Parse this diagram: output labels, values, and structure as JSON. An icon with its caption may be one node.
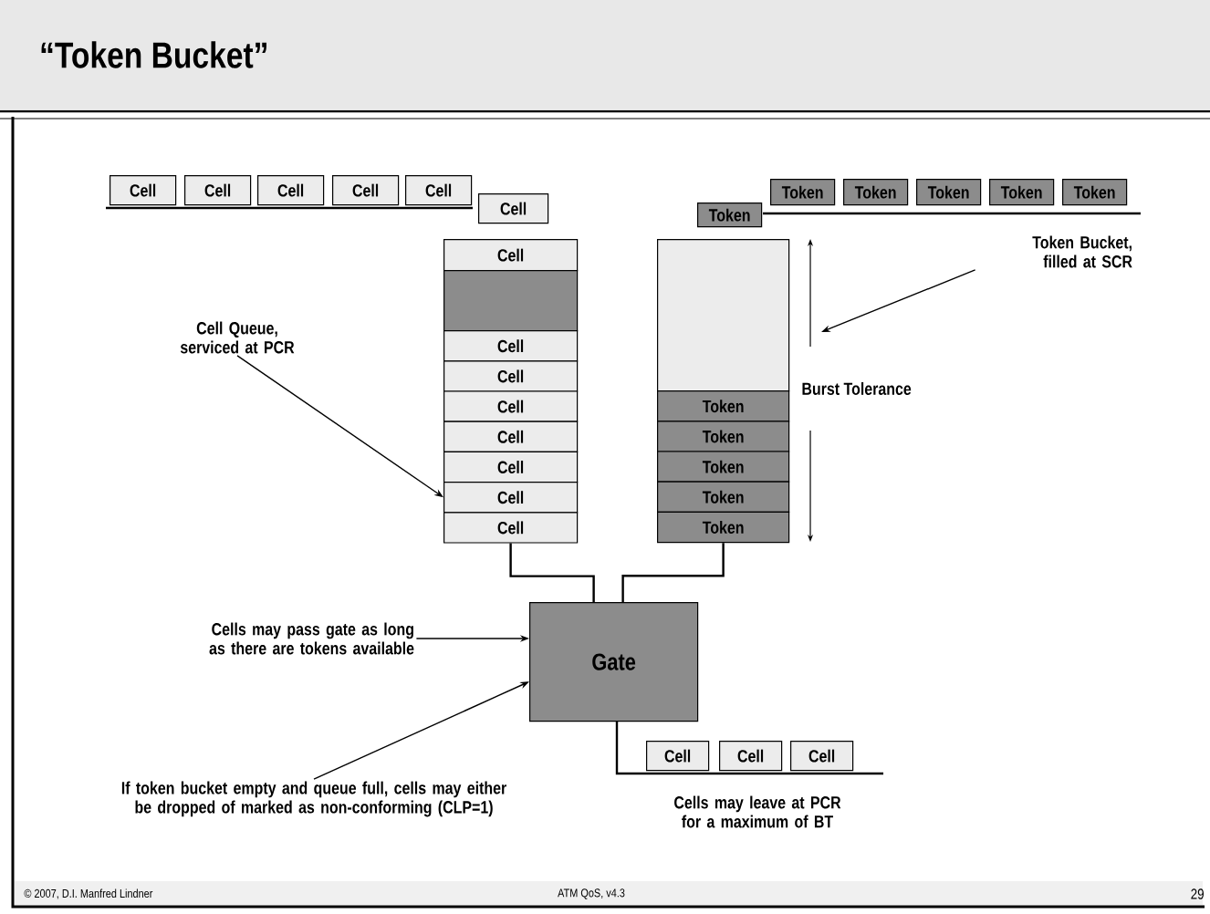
{
  "diagram": {
    "title": "“Token Bucket”",
    "nodes": [
      {
        "text": [
          "Cell"
        ]
      },
      {
        "text": [
          "Cell"
        ]
      },
      {
        "text": [
          "Cell"
        ]
      },
      {
        "text": [
          "Cell"
        ]
      },
      {
        "text": [
          "Cell"
        ]
      },
      {
        "text": [
          "Cell"
        ]
      },
      {
        "text": [
          "Cell"
        ]
      },
      {
        "text": [],
        "shape": "box"
      },
      {
        "text": [
          "Cell"
        ]
      },
      {
        "text": [
          "Cell"
        ]
      },
      {
        "text": [
          "Cell"
        ]
      },
      {
        "text": [
          "Cell"
        ]
      },
      {
        "text": [
          "Cell"
        ]
      },
      {
        "text": [
          "Cell"
        ]
      },
      {
        "text": [
          "Cell"
        ]
      },
      {
        "text": [],
        "shape": "box"
      },
      {
        "text": [
          "Token"
        ]
      },
      {
        "text": [
          "Token"
        ]
      },
      {
        "text": [
          "Token"
        ]
      },
      {
        "text": [
          "Token"
        ]
      },
      {
        "text": [
          "Token"
        ]
      },
      {
        "text": [
          "Token"
        ]
      },
      {
        "text": [
          "Token"
        ]
      },
      {
        "text": [
          "Token"
        ]
      },
      {
        "text": [
          "Token"
        ]
      },
      {
        "text": [
          "Token"
        ]
      },
      {
        "text": [
          "Token"
        ]
      },
      {
        "text": [
          "Gate"
        ]
      },
      {
        "text": [
          "Cell"
        ]
      },
      {
        "text": [
          "Cell"
        ]
      },
      {
        "text": [
          "Cell"
        ]
      },
      {
        "text": [
          "Cell Queue, serviced at PCR"
        ]
      },
      {
        "text": [
          "Token Bucket, filled at SCR"
        ]
      },
      {
        "text": [
          "Cells may pass gate as long as there are tokens available"
        ]
      },
      {
        "text": [
          "If token bucket empty and queue full, cells may either be dropped of marked as non-conforming (CLP=1)"
        ]
      }
    ],
    "edges": [
      {
        "from": 31,
        "to": 13,
        "arrow": "to"
      },
      {
        "from": 32,
        "to": null,
        "arrow": "to"
      },
      {
        "from": 14,
        "to": 27,
        "arrow": "none"
      },
      {
        "from": 20,
        "to": 27,
        "arrow": "none"
      },
      {
        "from": 33,
        "to": 27,
        "arrow": "to"
      },
      {
        "from": 34,
        "to": 27,
        "arrow": "to"
      }
    ],
    "labels": [
      "Burst Tolerance",
      "Cells may leave at PCR for a maximum of BT",
      "© 2007, D.I. Manfred Lindner",
      "ATM QoS, v4.3",
      "29"
    ]
  }
}
